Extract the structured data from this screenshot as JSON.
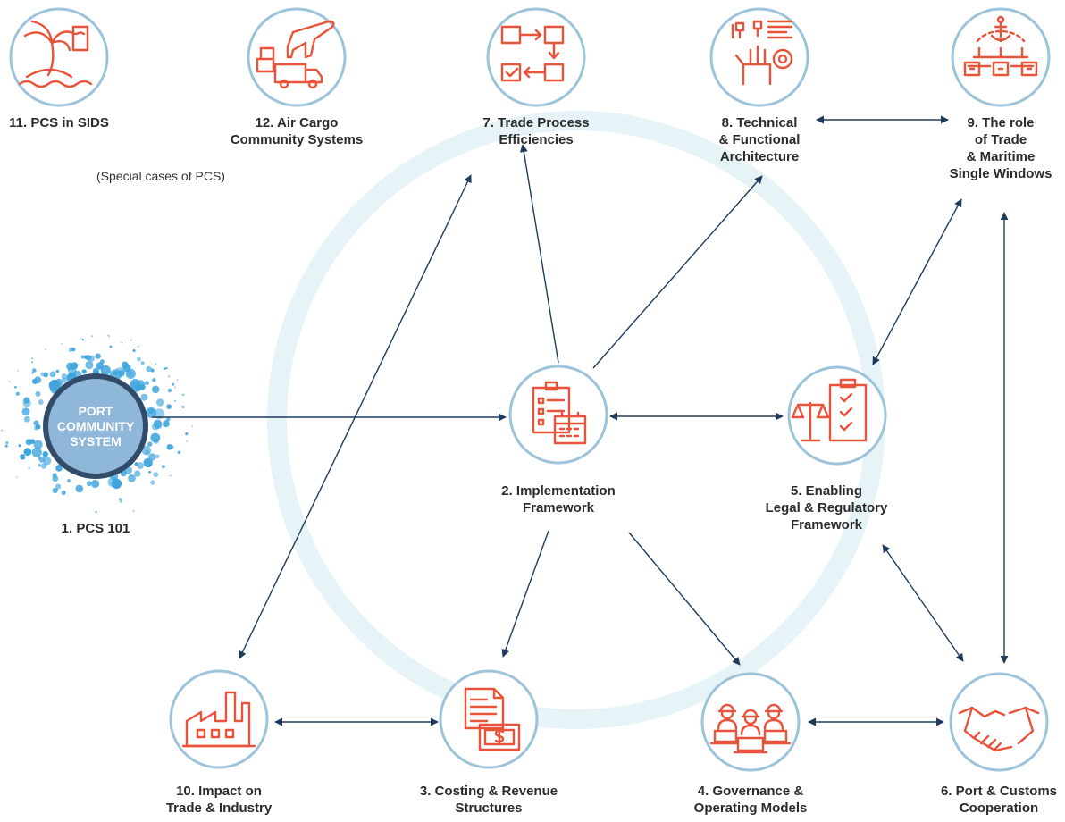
{
  "colors": {
    "accent": "#e8533a",
    "circle_border": "#9cc3d9",
    "arrow": "#1f3b5c",
    "ring": "#e6f3f7",
    "pcs_fill": "#8fb7d9",
    "pcs_border": "#324b68",
    "dots": "#3fa5de"
  },
  "pcs_core": {
    "label": "PORT\nCOMMUNITY\nSYSTEM"
  },
  "note": "(Special cases of PCS)",
  "modules": [
    {
      "id": "pcs101",
      "label": "1. PCS 101",
      "icon": "port-community-system-badge"
    },
    {
      "id": "impl",
      "label": "2. Implementation\nFramework",
      "icon": "clipboard-calendar-icon"
    },
    {
      "id": "costing",
      "label": "3. Costing & Revenue\nStructures",
      "icon": "document-money-icon"
    },
    {
      "id": "gov",
      "label": "4. Governance &\nOperating Models",
      "icon": "workers-laptops-icon"
    },
    {
      "id": "legal",
      "label": "5. Enabling\nLegal & Regulatory\nFramework",
      "icon": "scales-checklist-icon"
    },
    {
      "id": "customs",
      "label": "6. Port & Customs\nCooperation",
      "icon": "handshake-icon"
    },
    {
      "id": "trade",
      "label": "7. Trade Process\nEfficiencies",
      "icon": "process-flow-icon"
    },
    {
      "id": "tech",
      "label": "8. Technical\n& Functional\nArchitecture",
      "icon": "hand-circuit-gear-icon"
    },
    {
      "id": "sw",
      "label": "9. The role\nof Trade\n& Maritime\nSingle Windows",
      "icon": "anchor-network-icon"
    },
    {
      "id": "impact",
      "label": "10. Impact on\nTrade & Industry",
      "icon": "factory-icon"
    },
    {
      "id": "sids",
      "label": "11. PCS in SIDS",
      "icon": "island-palm-icon"
    },
    {
      "id": "aircargo",
      "label": "12. Air Cargo\nCommunity Systems",
      "icon": "airplane-truck-icon"
    }
  ],
  "connections": [
    {
      "from": "pcs101",
      "to": "impl",
      "direction": "one-way"
    },
    {
      "from": "impl",
      "to": "legal",
      "direction": "two-way"
    },
    {
      "from": "impl",
      "to": "trade",
      "direction": "one-way"
    },
    {
      "from": "impl",
      "to": "tech",
      "direction": "one-way"
    },
    {
      "from": "impl",
      "to": "costing",
      "direction": "one-way"
    },
    {
      "from": "impl",
      "to": "gov",
      "direction": "one-way"
    },
    {
      "from": "tech",
      "to": "sw",
      "direction": "two-way"
    },
    {
      "from": "sw",
      "to": "legal",
      "direction": "two-way"
    },
    {
      "from": "sw",
      "to": "customs",
      "direction": "two-way"
    },
    {
      "from": "legal",
      "to": "customs",
      "direction": "two-way"
    },
    {
      "from": "trade",
      "to": "impact",
      "direction": "two-way"
    },
    {
      "from": "impact",
      "to": "costing",
      "direction": "two-way"
    },
    {
      "from": "gov",
      "to": "customs",
      "direction": "two-way"
    }
  ]
}
